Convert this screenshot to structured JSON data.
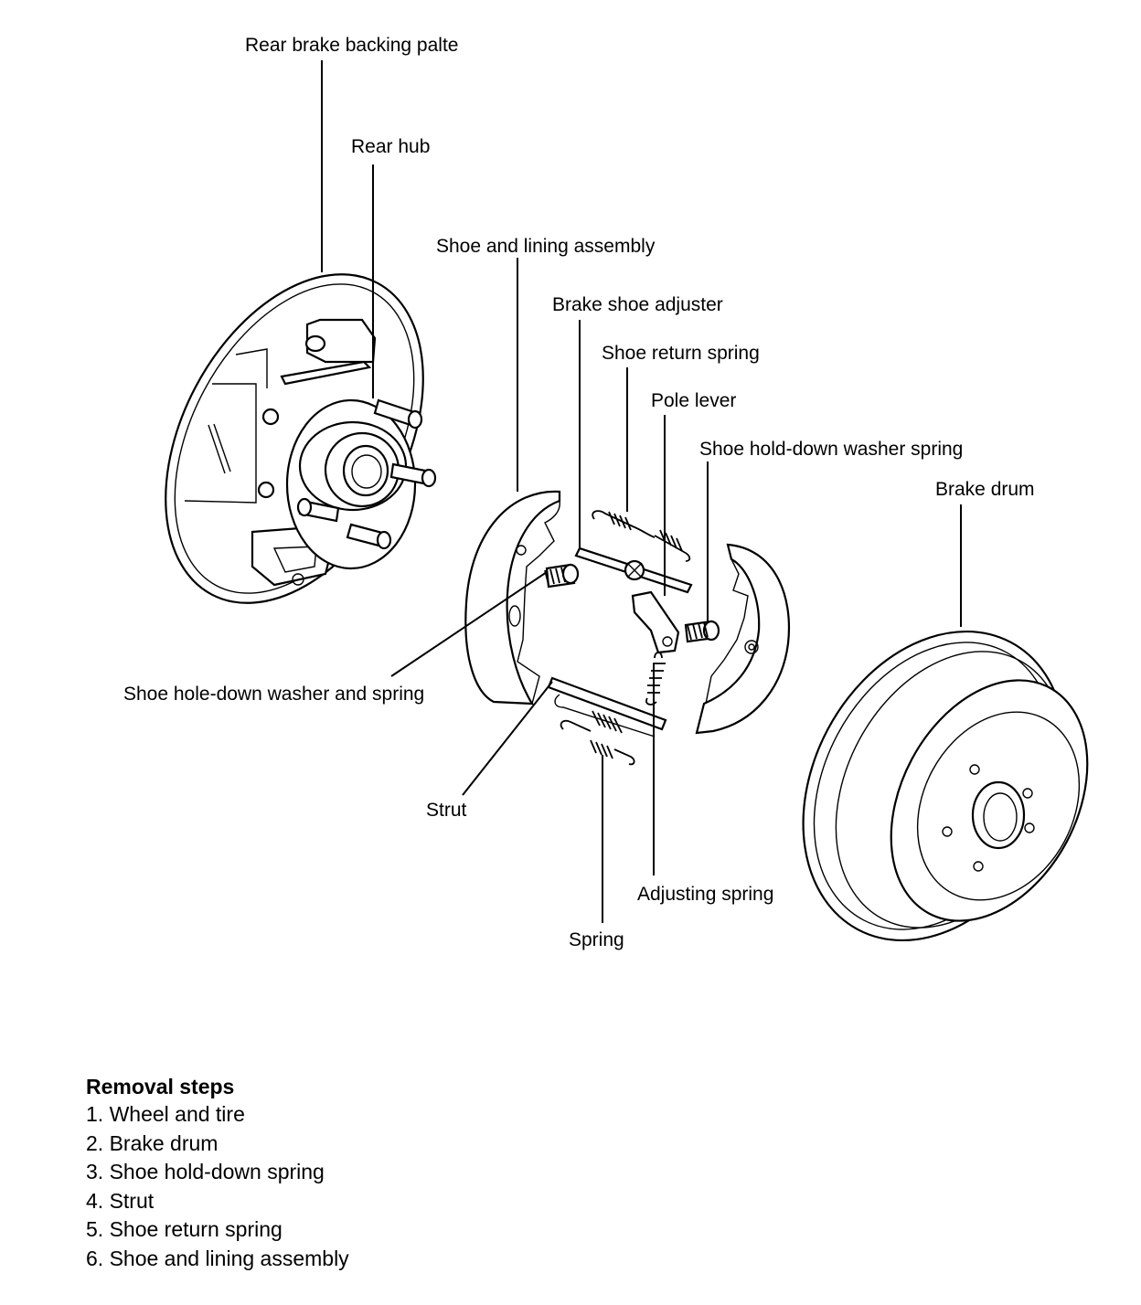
{
  "labels": {
    "backing_plate": "Rear brake backing palte",
    "rear_hub": "Rear hub",
    "shoe_lining": "Shoe and lining assembly",
    "shoe_adjuster": "Brake shoe adjuster",
    "return_spring": "Shoe return spring",
    "pole_lever": "Pole lever",
    "holddown_washer_spring": "Shoe hold-down washer spring",
    "brake_drum": "Brake drum",
    "holedown_washer": "Shoe hole-down washer and spring",
    "strut": "Strut",
    "adjusting_spring": "Adjusting spring",
    "spring": "Spring"
  },
  "removal": {
    "title": "Removal steps",
    "steps": [
      "1. Wheel and tire",
      "2. Brake drum",
      "3. Shoe hold-down spring",
      "4. Strut",
      "5. Shoe return spring",
      "6. Shoe and lining assembly"
    ]
  }
}
